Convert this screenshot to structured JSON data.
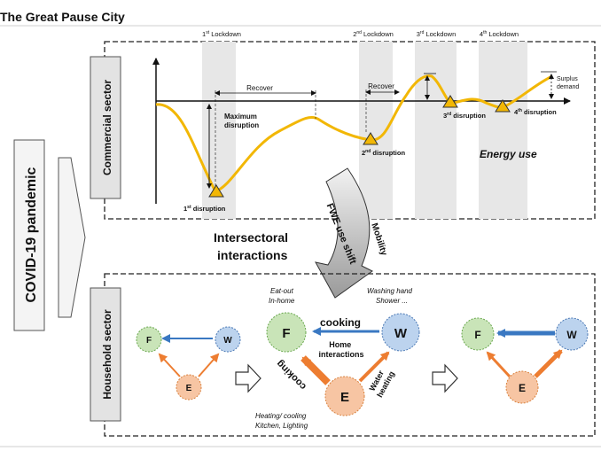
{
  "title": "The Great Pause City",
  "pandemic_label": "COVID-19 pandemic",
  "commercial_label": "Commercial sector",
  "household_label": "Household sector",
  "lockdowns": [
    {
      "num": "1",
      "sup": "st",
      "text": "Lockdown"
    },
    {
      "num": "2",
      "sup": "nd",
      "text": "Lockdown"
    },
    {
      "num": "3",
      "sup": "rd",
      "text": "Lockdown"
    },
    {
      "num": "4",
      "sup": "th",
      "text": "Lockdown"
    }
  ],
  "disruptions": [
    {
      "num": "1",
      "sup": "st",
      "text": "disruption"
    },
    {
      "num": "2",
      "sup": "nd",
      "text": "disruption"
    },
    {
      "num": "3",
      "sup": "rd",
      "text": "disruption"
    },
    {
      "num": "4",
      "sup": "th",
      "text": "disruption"
    }
  ],
  "recover_1": "Recover",
  "recover_2": "Recover",
  "max_disruption_1": "Maximum",
  "max_disruption_2": "disruption",
  "surplus_1": "Surplus",
  "surplus_2": "demand",
  "energy_use": "Energy use",
  "intersectoral_1": "Intersectoral",
  "intersectoral_2": "interactions",
  "fwe_shift": "FWE use shift",
  "mobility": "Mobility",
  "nodes": {
    "F": "F",
    "W": "W",
    "E": "E"
  },
  "eat_out": "Eat-out",
  "in_home": "In-home",
  "washing_hand": "Washing hand",
  "shower": "Shower ...",
  "cooking_top": "cooking",
  "home_interactions_1": "Home",
  "home_interactions_2": "interactions",
  "cooking_diag": "cooking",
  "water_heating_1": "Water",
  "water_heating_2": "heating",
  "heating_cooling": "Heating/ cooling",
  "kitchen_lighting": "Kitchen, Lighting",
  "colors": {
    "curve": "#f2b705",
    "blue": "#3a78c2",
    "orange": "#ed7d31",
    "node_f": "#c9e4b8",
    "node_w": "#bcd3ee",
    "node_e": "#f7c5a3",
    "band": "#e7e7e7"
  }
}
